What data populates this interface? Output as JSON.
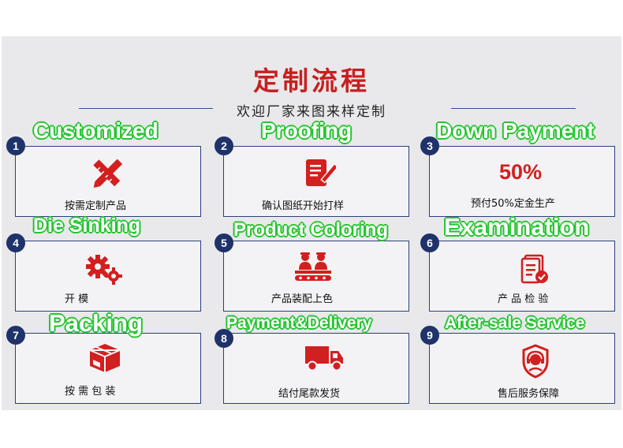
{
  "header": {
    "title": "定制流程",
    "subtitle": "欢迎厂家来图来样定制"
  },
  "steps": [
    {
      "number": "1",
      "label_en": "Customized",
      "label_cn": "按需定制产品",
      "icon": "pencil-ruler-icon"
    },
    {
      "number": "2",
      "label_en": "Proofing",
      "label_cn": "确认图纸开始打样",
      "icon": "document-edit-icon"
    },
    {
      "number": "3",
      "label_en": "Down Payment",
      "label_cn": "预付50%定金生产",
      "icon_text": "50%"
    },
    {
      "number": "4",
      "label_en": "Die Sinking",
      "label_cn": "开 模",
      "icon": "gears-icon"
    },
    {
      "number": "5",
      "label_en": "Product Coloring",
      "label_cn": "产品装配上色",
      "icon": "workers-assembly-icon"
    },
    {
      "number": "6",
      "label_en": "Examination",
      "label_cn": "产 品 检 验",
      "icon": "checklist-icon"
    },
    {
      "number": "7",
      "label_en": "Packing",
      "label_cn": "按 需 包 装",
      "icon": "package-box-icon"
    },
    {
      "number": "8",
      "label_en": "Payment&Delivery",
      "label_cn": "结付尾款发货",
      "icon": "delivery-truck-icon"
    },
    {
      "number": "9",
      "label_en": "After-sale Service",
      "label_cn": "售后服务保障",
      "icon": "service-shield-icon"
    }
  ],
  "colors": {
    "accent_red": "#d21f1f",
    "card_border": "#2a3f7c",
    "badge_navy": "#1f3269",
    "label_green": "#27c531"
  }
}
